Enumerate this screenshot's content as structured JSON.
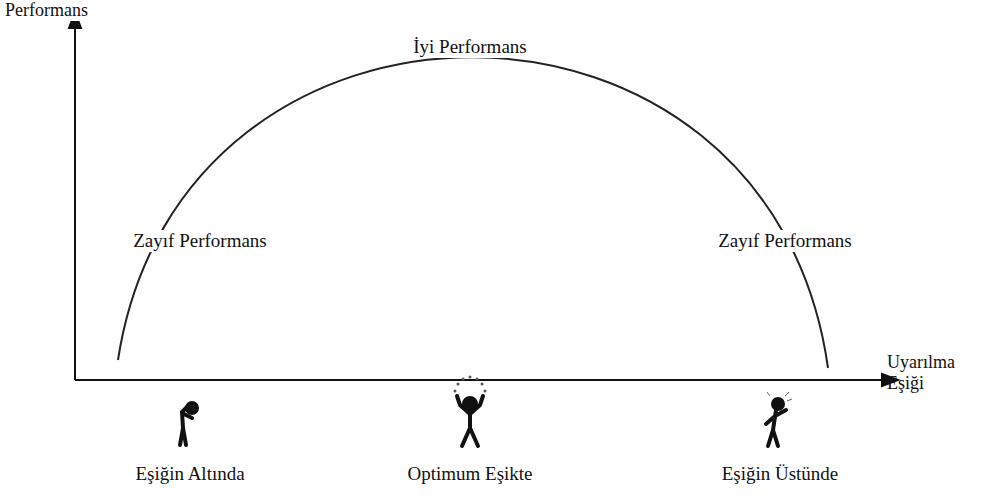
{
  "diagram": {
    "labels": [
      "Performans",
      "İyi Performans",
      "Zayıf Performans",
      "Zayıf Performans",
      "Uyarılma Eşiği",
      "Eşiğin Altında",
      "Optimum Eşikte",
      "Eşiğin Üstünde"
    ]
  }
}
